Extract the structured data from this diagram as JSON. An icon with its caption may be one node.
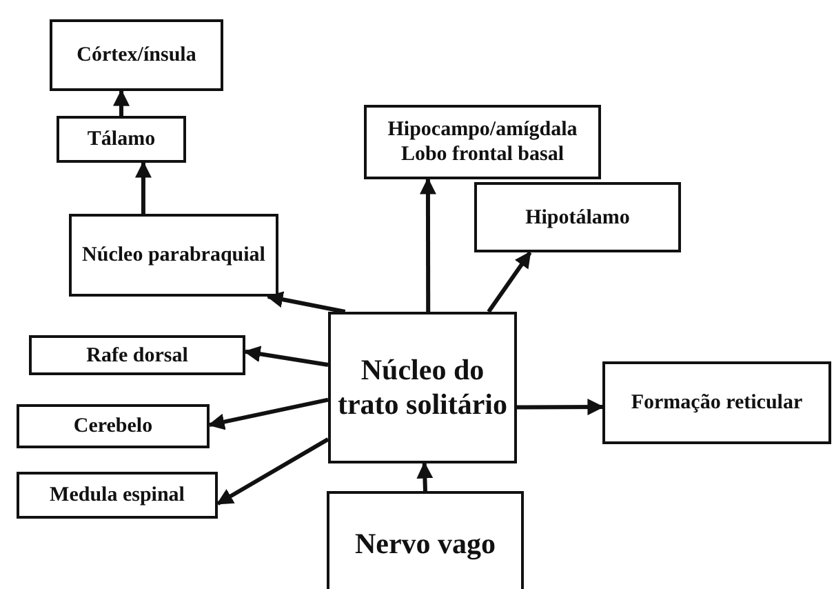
{
  "diagram": {
    "nodes": [
      {
        "text": [
          "Córtex/ínsula"
        ]
      },
      {
        "text": [
          "Tálamo"
        ]
      },
      {
        "text": [
          "Núcleo parabraquial"
        ]
      },
      {
        "text": [
          "Hipocampo/amígdala Lobo frontal basal"
        ]
      },
      {
        "text": [
          "Hipotálamo"
        ]
      },
      {
        "text": [
          "Rafe dorsal"
        ]
      },
      {
        "text": [
          "Núcleo do trato solitário"
        ]
      },
      {
        "text": [
          "Cerebelo"
        ]
      },
      {
        "text": [
          "Formação reticular"
        ]
      },
      {
        "text": [
          "Medula espinal"
        ]
      },
      {
        "text": [
          "Nervo vago"
        ]
      }
    ],
    "edges": [
      {
        "from": 1,
        "to": 0,
        "arrow": "to"
      },
      {
        "from": 2,
        "to": 1,
        "arrow": "to"
      },
      {
        "from": 6,
        "to": 2,
        "arrow": "to"
      },
      {
        "from": 6,
        "to": 3,
        "arrow": "to"
      },
      {
        "from": 6,
        "to": 4,
        "arrow": "to"
      },
      {
        "from": 6,
        "to": 5,
        "arrow": "to"
      },
      {
        "from": 6,
        "to": 7,
        "arrow": "to"
      },
      {
        "from": 6,
        "to": 8,
        "arrow": "to"
      },
      {
        "from": 6,
        "to": 9,
        "arrow": "to"
      },
      {
        "from": 10,
        "to": 6,
        "arrow": "to"
      }
    ]
  }
}
